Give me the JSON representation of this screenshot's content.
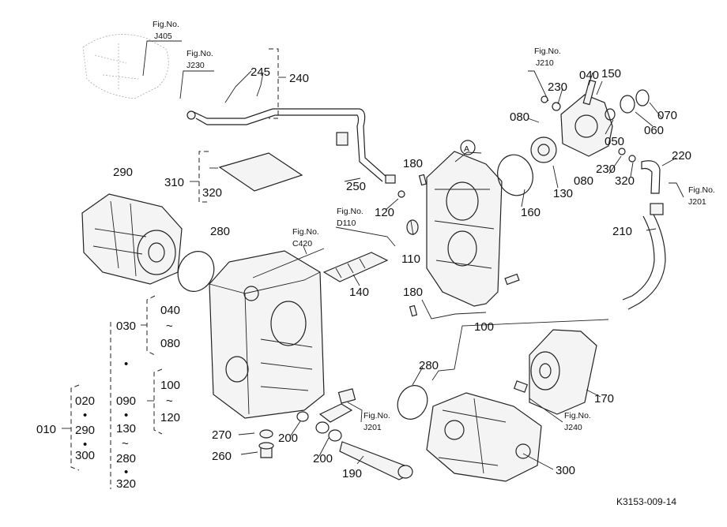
{
  "diagram": {
    "drawing_code": "K3153-009-14",
    "fig_ref_label": "Fig.No.",
    "fig_refs": [
      "J405",
      "J230",
      "J210",
      "J201",
      "D110",
      "C420",
      "J201",
      "J240"
    ],
    "group_labels": {
      "left": [
        "030",
        "040",
        "~",
        "080",
        "•",
        "100",
        "~",
        "120",
        "020",
        "•",
        "290",
        "•",
        "300",
        "090",
        "•",
        "130",
        "~",
        "280",
        "•",
        "320",
        "010"
      ],
      "mid": [
        "310",
        "320",
        "240",
        "245"
      ]
    },
    "part_numbers": [
      "230",
      "040",
      "150",
      "080",
      "050",
      "060",
      "070",
      "180",
      "250",
      "120",
      "160",
      "130",
      "080",
      "230",
      "320",
      "220",
      "290",
      "280",
      "110",
      "140",
      "210",
      "180",
      "100",
      "280",
      "170",
      "270",
      "200",
      "200",
      "260",
      "190",
      "300"
    ],
    "circled_label": "A"
  }
}
